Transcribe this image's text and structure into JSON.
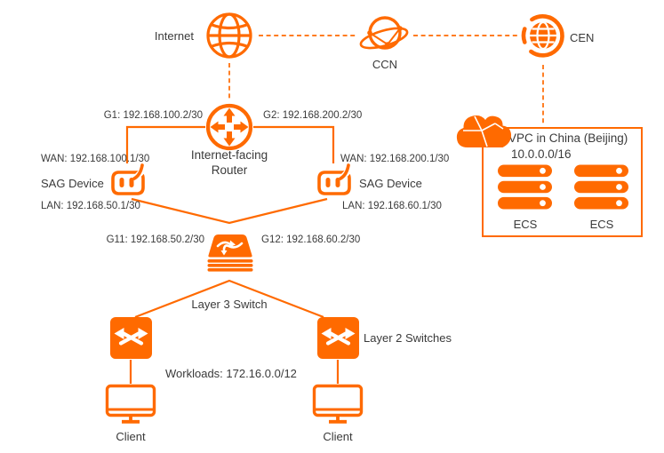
{
  "colors": {
    "accent": "#FF6A00",
    "text": "#3A3A3A"
  },
  "icons": {
    "internet": "globe-icon",
    "ccn": "orbit-globe-icon",
    "cen": "globe-ring-icon",
    "router": "four-arrow-router-icon",
    "sag": "smart-access-gateway-icon",
    "l3_switch": "layer3-switch-icon",
    "l2_switch": "shuffle-switch-icon",
    "client": "monitor-icon",
    "vpc": "cloud-icon",
    "ecs": "server-stack-icon"
  },
  "diagram": {
    "internet": {
      "label": "Internet"
    },
    "ccn": {
      "label": "CCN"
    },
    "cen": {
      "label": "CEN"
    },
    "router": {
      "label": "Internet-facing Router",
      "g1": "G1: 192.168.100.2/30",
      "g2": "G2: 192.168.200.2/30"
    },
    "sag_left": {
      "label": "SAG Device",
      "wan": "WAN: 192.168.100.1/30",
      "lan": "LAN: 192.168.50.1/30"
    },
    "sag_right": {
      "label": "SAG Device",
      "wan": "WAN: 192.168.200.1/30",
      "lan": "LAN: 192.168.60.1/30"
    },
    "l3_switch": {
      "label": "Layer 3 Switch",
      "g11": "G11: 192.168.50.2/30",
      "g12": "G12: 192.168.60.2/30"
    },
    "l2_switch": {
      "label": "Layer 2 Switches"
    },
    "workloads": {
      "label": "Workloads: 172.16.0.0/12"
    },
    "client_left": {
      "label": "Client"
    },
    "client_right": {
      "label": "Client"
    },
    "vpc": {
      "title": "VPC in China (Beijing)",
      "cidr": "10.0.0.0/16",
      "ecs_left_label": "ECS",
      "ecs_right_label": "ECS"
    }
  }
}
